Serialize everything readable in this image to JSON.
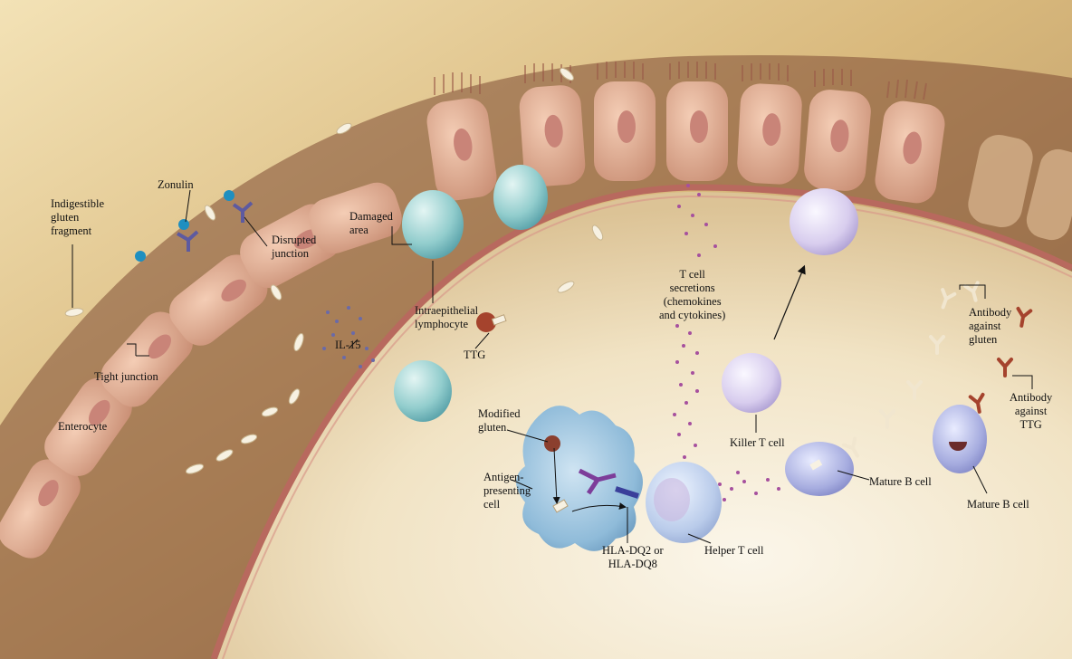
{
  "labels": {
    "indigestible_gluten_fragment": [
      "Indigestible",
      "gluten",
      "fragment"
    ],
    "zonulin": "Zonulin",
    "disrupted_junction": [
      "Disrupted",
      "junction"
    ],
    "damaged_area": [
      "Damaged",
      "area"
    ],
    "intraepithelial_lymphocyte": [
      "Intraepithelial",
      "lymphocyte"
    ],
    "il15": "IL-15",
    "ttg": "TTG",
    "tight_junction": "Tight junction",
    "enterocyte": "Enterocyte",
    "t_cell_secretions": [
      "T cell",
      "secretions",
      "(chemokines",
      "and cytokines)"
    ],
    "modified_gluten": [
      "Modified",
      "gluten"
    ],
    "antigen_presenting_cell": [
      "Antigen-",
      "presenting",
      "cell"
    ],
    "hla": [
      "HLA-DQ2 or",
      "HLA-DQ8"
    ],
    "helper_t_cell": "Helper T cell",
    "killer_t_cell": "Killer T cell",
    "mature_b_cell_1": "Mature B cell",
    "mature_b_cell_2": "Mature B cell",
    "antibody_against_gluten": [
      "Antibody",
      "against",
      "gluten"
    ],
    "antibody_against_ttg": [
      "Antibody",
      "against",
      "TTG"
    ]
  },
  "colors": {
    "background_top": "#e9cf92",
    "background_bottom": "#f7ecd0",
    "lumen": "#f5ead4",
    "membrane": "#b8695e",
    "enterocyte": "#e8b89d",
    "enterocyte_nucleus": "#c98478",
    "lymphocyte": "#9fd2d3",
    "killer_t_cell": "#d9d0ef",
    "b_cell": "#a9afe0",
    "apc": "#8ebad8",
    "zonulin": "#1e8fc0",
    "antibody_gluten": "#f5ecd8",
    "antibody_ttg": "#a5432d",
    "secretion_dots": "#a6509e"
  }
}
